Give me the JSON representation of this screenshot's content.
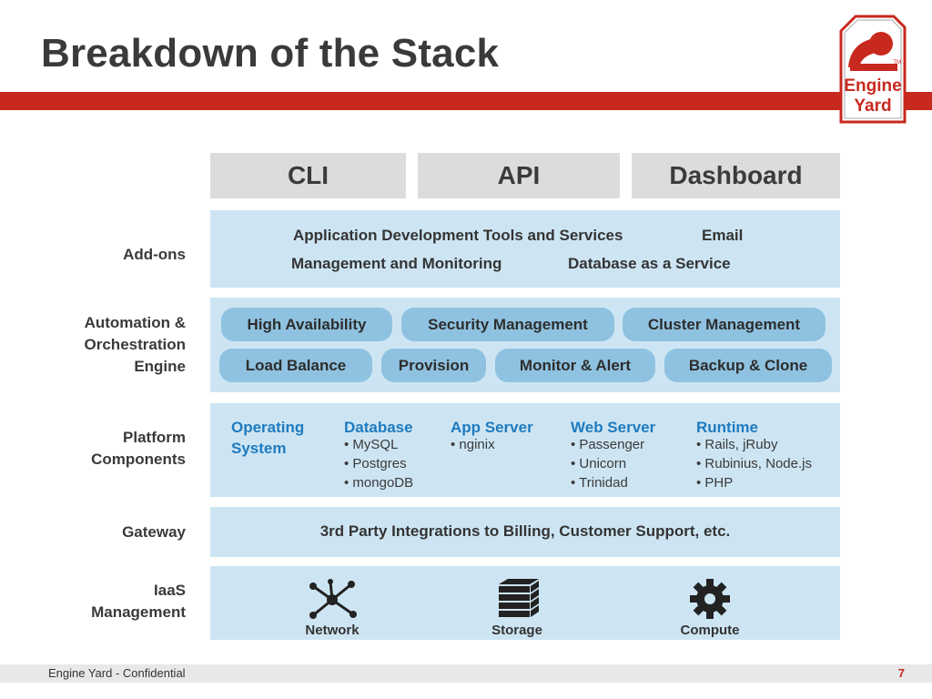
{
  "title": "Breakdown of the Stack",
  "logo": {
    "line1": "Engine",
    "line2": "Yard",
    "tm": "TM",
    "color": "#c8291e"
  },
  "top_row": [
    "CLI",
    "API",
    "Dashboard"
  ],
  "row_labels": {
    "addons": "Add-ons",
    "automation": [
      "Automation &",
      "Orchestration",
      "Engine"
    ],
    "platform": [
      "Platform",
      "Components"
    ],
    "gateway": "Gateway",
    "iaas": [
      "IaaS",
      "Management"
    ]
  },
  "addons": {
    "item1": "Application Development Tools and Services",
    "item2": "Email",
    "item3": "Management and Monitoring",
    "item4": "Database as a Service"
  },
  "automation": {
    "row1": [
      "High Availability",
      "Security Management",
      "Cluster Management"
    ],
    "row2": [
      "Load Balance",
      "Provision",
      "Monitor & Alert",
      "Backup & Clone"
    ]
  },
  "platform": {
    "os": [
      "Operating",
      "System"
    ],
    "database": {
      "head": "Database",
      "items": [
        "• MySQL",
        "• Postgres",
        "• mongoDB"
      ]
    },
    "app_server": {
      "head": "App Server",
      "items": [
        "• nginix"
      ]
    },
    "web_server": {
      "head": "Web Server",
      "items": [
        "• Passenger",
        "• Unicorn",
        "• Trinidad"
      ]
    },
    "runtime": {
      "head": "Runtime",
      "items": [
        "• Rails, jRuby",
        "• Rubinius, Node.js",
        "• PHP"
      ]
    }
  },
  "gateway": "3rd Party Integrations to Billing, Customer Support, etc.",
  "iaas": {
    "network": "Network",
    "storage": "Storage",
    "compute": "Compute"
  },
  "footer": {
    "text": "Engine Yard - Confidential",
    "page": "7"
  },
  "colors": {
    "accent": "#c8291e",
    "band": "#cde5f3",
    "pill": "#8fc2e0",
    "heading_blue": "#1f7bbf",
    "top_box": "#dcdcdc"
  }
}
